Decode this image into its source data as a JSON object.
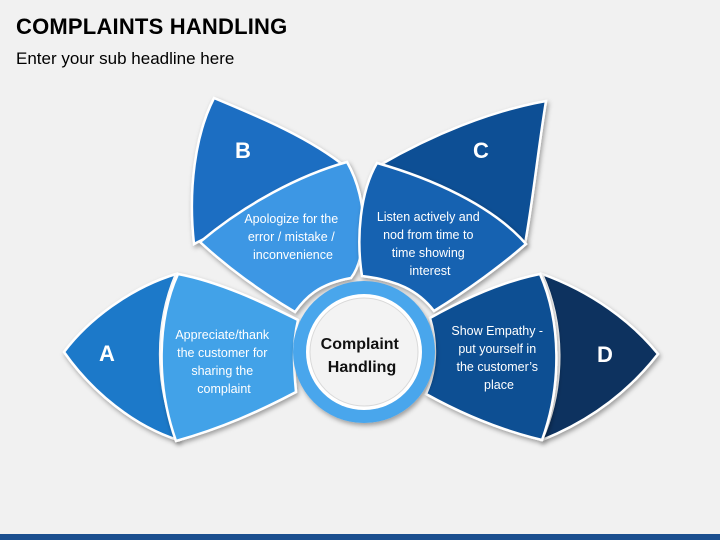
{
  "header": {
    "title": "COMPLAINTS HANDLING",
    "subtitle": "Enter your sub headline here"
  },
  "center": {
    "lines": [
      "Complaint",
      "Handling"
    ]
  },
  "petals": [
    {
      "id": "a",
      "letter": "A",
      "lines": [
        "Appreciate/thank",
        "the customer for",
        "sharing the",
        "complaint"
      ]
    },
    {
      "id": "b",
      "letter": "B",
      "lines": [
        "Apologize for the",
        "error / mistake /",
        "inconvenience"
      ]
    },
    {
      "id": "c",
      "letter": "C",
      "lines": [
        "Listen actively and",
        "nod from time to",
        "time showing",
        "interest"
      ]
    },
    {
      "id": "d",
      "letter": "D",
      "lines": [
        "Show Empathy -",
        "put yourself in",
        "the customer’s",
        "place"
      ]
    }
  ],
  "colors": {
    "a_outer": "#1e79c9",
    "a_inner": "#42a2e8",
    "b_outer": "#1b6ec2",
    "b_inner": "#3d97e4",
    "c_outer": "#0d4f95",
    "c_inner": "#1762b1",
    "d_outer": "#07305e",
    "d_inner": "#0f4f93",
    "center_ring": "#4aa6ec",
    "bottom_bar": "#1b4f8f"
  }
}
